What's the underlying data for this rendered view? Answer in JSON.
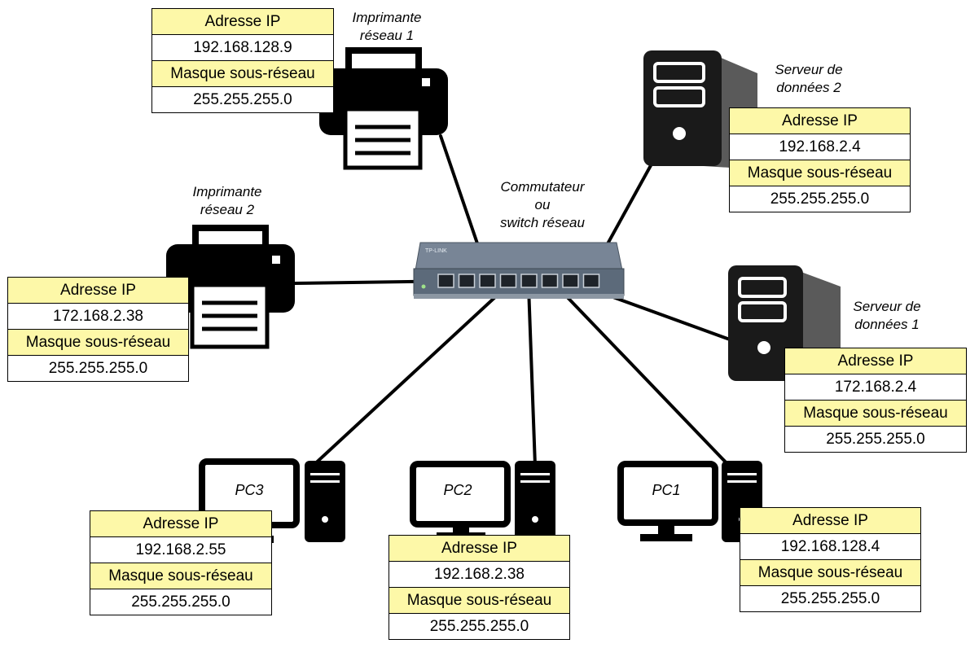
{
  "switch": {
    "caption": [
      "Commutateur",
      "ou",
      "switch réseau"
    ],
    "brand": "TP-LINK"
  },
  "devices": [
    {
      "id": "printer1",
      "kind": "printer",
      "caption": [
        "Imprimante",
        "réseau 1"
      ],
      "ip_label": "Adresse IP",
      "ip": "192.168.128.9",
      "mask_label": "Masque sous-réseau",
      "mask": "255.255.255.0"
    },
    {
      "id": "printer2",
      "kind": "printer",
      "caption": [
        "Imprimante",
        "réseau 2"
      ],
      "ip_label": "Adresse IP",
      "ip": "172.168.2.38",
      "mask_label": "Masque sous-réseau",
      "mask": "255.255.255.0"
    },
    {
      "id": "server2",
      "kind": "server",
      "caption": [
        "Serveur de",
        "données 2"
      ],
      "ip_label": "Adresse IP",
      "ip": "192.168.2.4",
      "mask_label": "Masque sous-réseau",
      "mask": "255.255.255.0"
    },
    {
      "id": "server1",
      "kind": "server",
      "caption": [
        "Serveur de",
        "données 1"
      ],
      "ip_label": "Adresse IP",
      "ip": "172.168.2.4",
      "mask_label": "Masque sous-réseau",
      "mask": "255.255.255.0"
    },
    {
      "id": "pc3",
      "kind": "pc",
      "caption": [
        "PC3"
      ],
      "ip_label": "Adresse IP",
      "ip": "192.168.2.55",
      "mask_label": "Masque sous-réseau",
      "mask": "255.255.255.0"
    },
    {
      "id": "pc2",
      "kind": "pc",
      "caption": [
        "PC2"
      ],
      "ip_label": "Adresse IP",
      "ip": "192.168.2.38",
      "mask_label": "Masque sous-réseau",
      "mask": "255.255.255.0"
    },
    {
      "id": "pc1",
      "kind": "pc",
      "caption": [
        "PC1"
      ],
      "ip_label": "Adresse IP",
      "ip": "192.168.128.4",
      "mask_label": "Masque sous-réseau",
      "mask": "255.255.255.0"
    }
  ],
  "colors": {
    "label_background": "#fdf8a8",
    "line": "#000000",
    "switch_body": "#5c6a7a"
  }
}
